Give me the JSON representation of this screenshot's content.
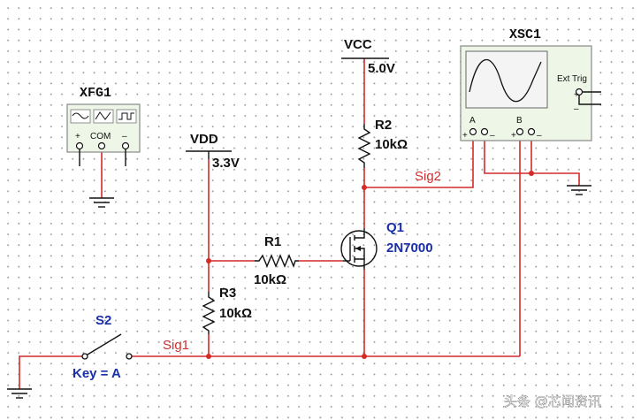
{
  "vcc": {
    "name": "VCC",
    "value": "5.0V"
  },
  "vdd": {
    "name": "VDD",
    "value": "3.3V"
  },
  "xfg1": {
    "name": "XFG1",
    "plus": "+",
    "com": "COM",
    "minus": "–"
  },
  "xsc1": {
    "name": "XSC1",
    "ext_trig": "Ext Trig",
    "chan_a": "A",
    "chan_b": "B",
    "plus": "+",
    "minus": "–"
  },
  "r1": {
    "name": "R1",
    "value": "10kΩ"
  },
  "r2": {
    "name": "R2",
    "value": "10kΩ"
  },
  "r3": {
    "name": "R3",
    "value": "10kΩ"
  },
  "q1": {
    "name": "Q1",
    "part": "2N7000"
  },
  "s2": {
    "name": "S2",
    "key": "Key = A"
  },
  "nets": {
    "sig1": "Sig1",
    "sig2": "Sig2"
  },
  "watermark": "头条 @芯闻资讯",
  "colors": {
    "wire": "#d42a2a",
    "label_blue": "#1a2fa8",
    "instrument_face": "#eef6e8"
  }
}
